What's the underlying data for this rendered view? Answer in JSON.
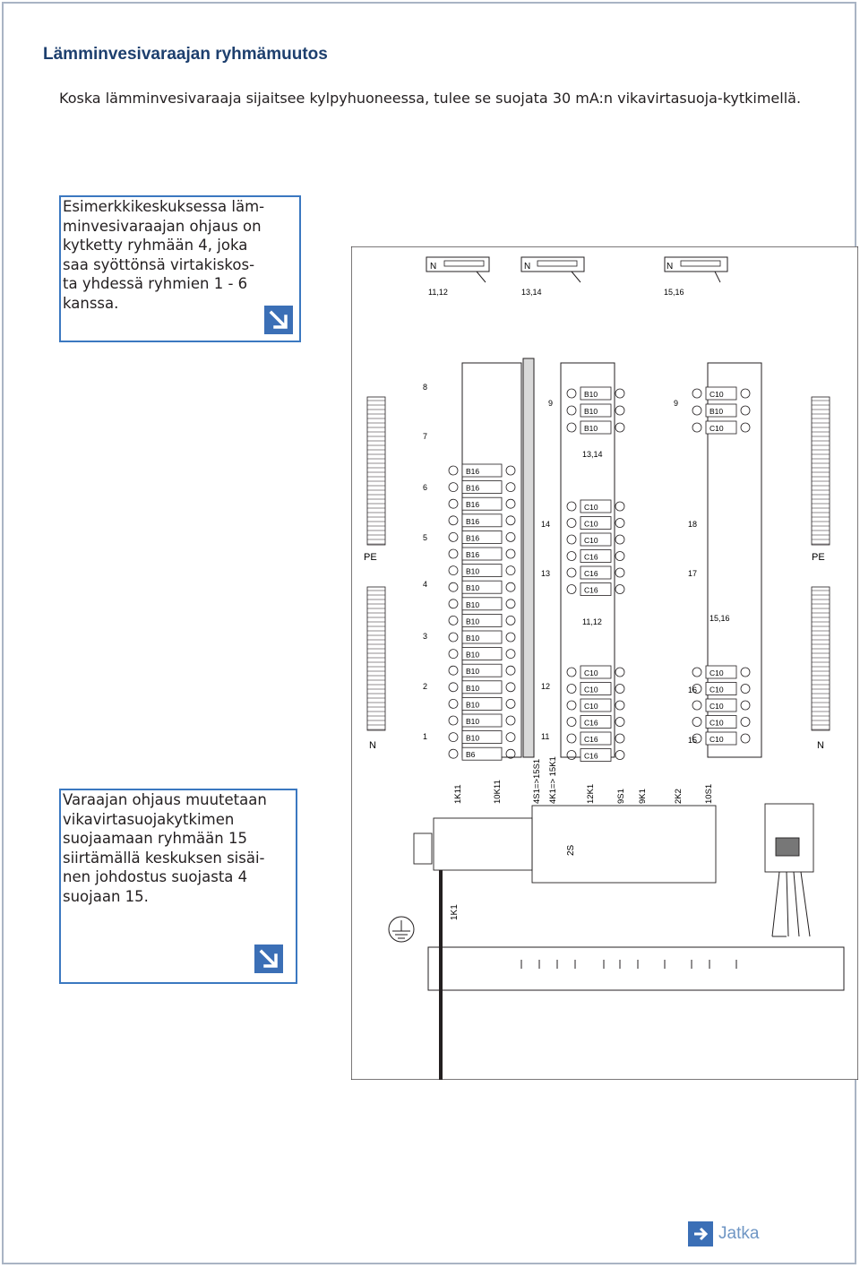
{
  "title": "Lämminvesivaraajan ryhmämuutos",
  "intro": "Koska lämminvesivaraaja sijaitsee kylpyhuoneessa, tulee se suojata 30 mA:n vikavirtasuoja-kytkimellä.",
  "callout1": {
    "lines": [
      "Esimerkkikeskuksessa läm-",
      "minvesivaraajan ohjaus on",
      "kytketty ryhmään 4, joka",
      "saa syöttönsä virtakiskos-",
      "ta yhdessä ryhmien 1 - 6",
      "kanssa."
    ]
  },
  "callout2": {
    "lines": [
      "Varaajan ohjaus muutetaan",
      "vikavirtasuojakytkimen",
      "suojaamaan ryhmään 15",
      "siirtämällä keskuksen sisäi-",
      "nen johdostus suojasta 4",
      "suojaan 15."
    ]
  },
  "diagram": {
    "n_blocks": [
      {
        "label": "N",
        "groups": "11,12"
      },
      {
        "label": "N",
        "groups": "13,14"
      },
      {
        "label": "N",
        "groups": "15,16"
      }
    ],
    "pe_left": "PE",
    "pe_right": "PE",
    "n_left": "N",
    "n_right": "N",
    "col1_labels": [
      "8",
      "7",
      "6",
      "5",
      "4",
      "3",
      "2",
      "1"
    ],
    "col1_breakers": [
      "B16",
      "B16",
      "B16",
      "B16",
      "B16",
      "B16",
      "B10",
      "B10",
      "B10",
      "B10",
      "B10",
      "B10",
      "B10",
      "B10",
      "B10",
      "B10",
      "B10",
      "B6"
    ],
    "col2_top": [
      "B10",
      "B10",
      "B10"
    ],
    "col2_label_9": "9",
    "col2_breakers": [
      "C10",
      "C10",
      "C10",
      "C16",
      "C16",
      "C16"
    ],
    "col2_rcd_a": "13,14",
    "col2_rcd_b": "11,12",
    "col2_labels": [
      "14",
      "13",
      "12",
      "11"
    ],
    "col2_lower": [
      "C10",
      "C10",
      "C10",
      "C16",
      "C16",
      "C16"
    ],
    "col3_top": [
      "C10",
      "B10",
      "C10"
    ],
    "col3_label_9": "9",
    "col3_labels": [
      "18",
      "17",
      "16",
      "15"
    ],
    "col3_rcd": "15,16",
    "col3_lower": [
      "C10",
      "C10",
      "C10",
      "C10",
      "C10"
    ],
    "bottom_labels": [
      "1K11",
      "10K11",
      "4S1=>15S1",
      "4K1=> 15K1",
      "12K1",
      "9S1",
      "9K1",
      "2K2",
      "10S1"
    ],
    "relay_labels": [
      "1K1",
      "2S"
    ]
  },
  "jatka": "Jatka",
  "colors": {
    "accent": "#3b6fb6",
    "title": "#1d3f6e",
    "frame": "#a9b4c4"
  }
}
